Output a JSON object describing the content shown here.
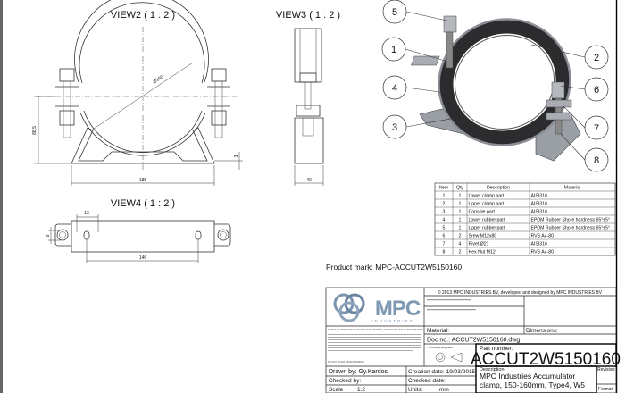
{
  "views": {
    "view2": {
      "title": "VIEW2 ( 1 : 2 )",
      "dim_width": "185",
      "dim_height": "88,5",
      "dim_thickness": "3",
      "dim_diameter": "Ø160"
    },
    "view3": {
      "title": "VIEW3 ( 1 : 2 )",
      "dim_width": "40"
    },
    "view4": {
      "title": "VIEW4 ( 1 : 2 )",
      "dim_offset": "13",
      "dim_slot": "9",
      "dim_spacing": "146"
    }
  },
  "callouts": [
    "5",
    "1",
    "4",
    "3",
    "2",
    "6",
    "7",
    "8"
  ],
  "bom": {
    "headers": [
      "Item",
      "Qty",
      "Description",
      "Material"
    ],
    "rows": [
      [
        "1",
        "1",
        "Lower clamp part",
        "AISI316"
      ],
      [
        "2",
        "1",
        "Upper clamp part",
        "AISI316"
      ],
      [
        "3",
        "1",
        "Console part",
        "AISI316"
      ],
      [
        "4",
        "1",
        "Lower rubber part",
        "EPDM Rubber Shore hardness 65°±5°"
      ],
      [
        "5",
        "1",
        "Upper rubber part",
        "EPDM Rubber Shore hardness 65°±5°"
      ],
      [
        "6",
        "2",
        "Srew M12x80",
        "RVS A4-80"
      ],
      [
        "7",
        "4",
        "Rivet Ø21",
        "AISI316"
      ],
      [
        "8",
        "2",
        "Hex Nut M12",
        "RVS A4-80"
      ]
    ]
  },
  "product_mark": "Product mark: MPC-ACCUT2W5150160",
  "title_block": {
    "logo_text": "MPC",
    "logo_sub": "INDUSTRIES",
    "copyright": "© 2013 MPC INDUSTRIES BV, developed and designed by MPC INDUSTRIES BV",
    "notice_heading": "NOTICE TO PERSONS RECEIVING THIS DRAWING AND/OR TECHNICAL INFORMATION",
    "notice_footer": "DO NOT SCALE FROM DRAWING",
    "material_label": "Material:",
    "dimensions_label": "Dimensions:",
    "doc_no": "Doc no.: ACCUT2W5150160.dwg",
    "projection_label": "Third angle projection:",
    "part_number_label": "Part number:",
    "part_number": "ACCUT2W5150160",
    "drawn_by": "Drawn by:  Gy.Kardos",
    "creation_date": "Creation date: 19/03/2015",
    "checked_by": "Checked by:",
    "checked_date": "Checked date:",
    "scale_label": "Scale",
    "scale_value": "1:2",
    "units_label": "Units:",
    "units_value": "mm",
    "description_label": "Description:",
    "description_line1": "MPC Industries Accumulator",
    "description_line2": "clamp, 150-160mm, Type4, W5",
    "revision_label": "Revision:",
    "format_label": "Format:"
  }
}
